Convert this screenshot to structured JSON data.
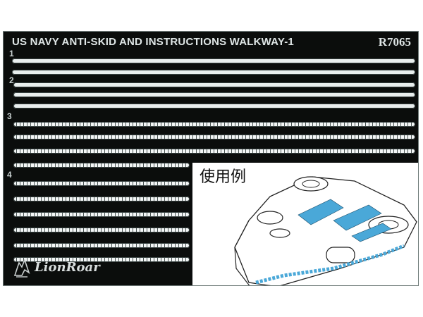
{
  "fret": {
    "title": "US NAVY ANTI-SKID AND INSTRUCTIONS WALKWAY-1",
    "code": "R7065",
    "part_numbers": [
      "1",
      "2",
      "3",
      "4"
    ]
  },
  "inset": {
    "label": "使用例"
  },
  "brand": {
    "name": "LionRoar"
  },
  "colors": {
    "fret_background": "#0b0d0c",
    "metal": "#e9eeee",
    "walkway_blue": "#4aa8d8"
  }
}
